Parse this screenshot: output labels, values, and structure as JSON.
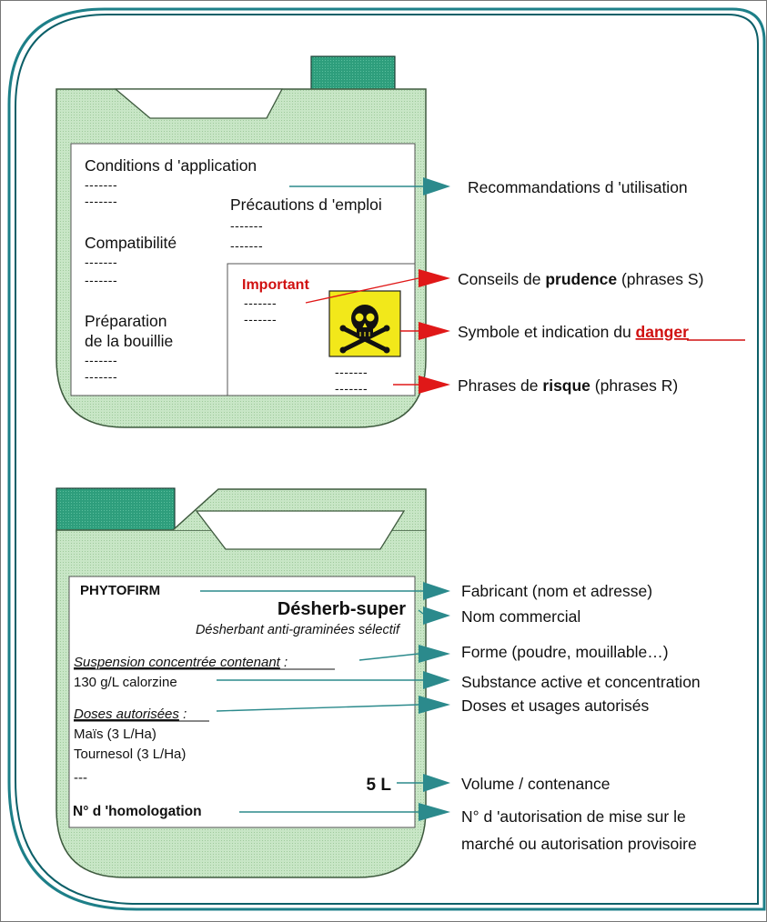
{
  "colors": {
    "can_fill": "#c8e6c6",
    "can_stroke": "#3e5a3e",
    "cap_fill": "#2e9e7c",
    "frame_outer": "#1d7f88",
    "frame_inner": "#0c5f68",
    "arrow_red": "#e01818",
    "arrow_teal": "#2b8a8c",
    "danger_red": "#d01010",
    "symbol_yellow": "#f2e81a"
  },
  "top_label": {
    "conditions": "Conditions d 'application",
    "precautions": "Précautions d 'emploi",
    "compatibilite": "Compatibilité",
    "preparation_1": "Préparation",
    "preparation_2": "de la bouillie",
    "important": "Important",
    "dashes": "-------",
    "symbol": "skull-crossbones-icon"
  },
  "top_annotations": {
    "recommandations": "Recommandations d 'utilisation",
    "conseils_pre": "Conseils de ",
    "conseils_bold": "prudence",
    "conseils_post": " (phrases S)",
    "symbole_pre": "Symbole et indication du ",
    "symbole_bold": "danger",
    "phrases_pre": "Phrases de ",
    "phrases_bold": "risque",
    "phrases_post": " (phrases R)"
  },
  "bottom_label": {
    "fabricant": "PHYTOFIRM",
    "nom": "Désherb-super",
    "sous_titre": "Désherbant anti-graminées sélectif",
    "forme": "Suspension concentrée contenant",
    "forme_colon": " :",
    "substance": "130 g/L calorzine",
    "doses": "Doses autorisées",
    "doses_colon": " :",
    "dose_1": "Maïs (3 L/Ha)",
    "dose_2": "Tournesol (3 L/Ha)",
    "dose_3": "---",
    "volume": "5 L",
    "homologation": "N° d 'homologation"
  },
  "bottom_annotations": {
    "fabricant": "Fabricant (nom et adresse)",
    "nom": "Nom commercial",
    "forme": "Forme (poudre, mouillable…)",
    "substance": "Substance active et concentration",
    "doses": "Doses et usages autorisés",
    "volume": "Volume / contenance",
    "amm_1": "N° d 'autorisation de mise sur le",
    "amm_2": "marché ou autorisation provisoire"
  }
}
